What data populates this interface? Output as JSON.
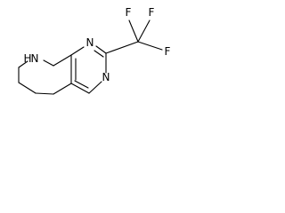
{
  "molecule": {
    "atoms": {
      "nh": "N",
      "h": "H",
      "n1": "N",
      "n3": "N",
      "f_top_left": "F",
      "f_top_right": "F",
      "f_right": "F"
    }
  }
}
